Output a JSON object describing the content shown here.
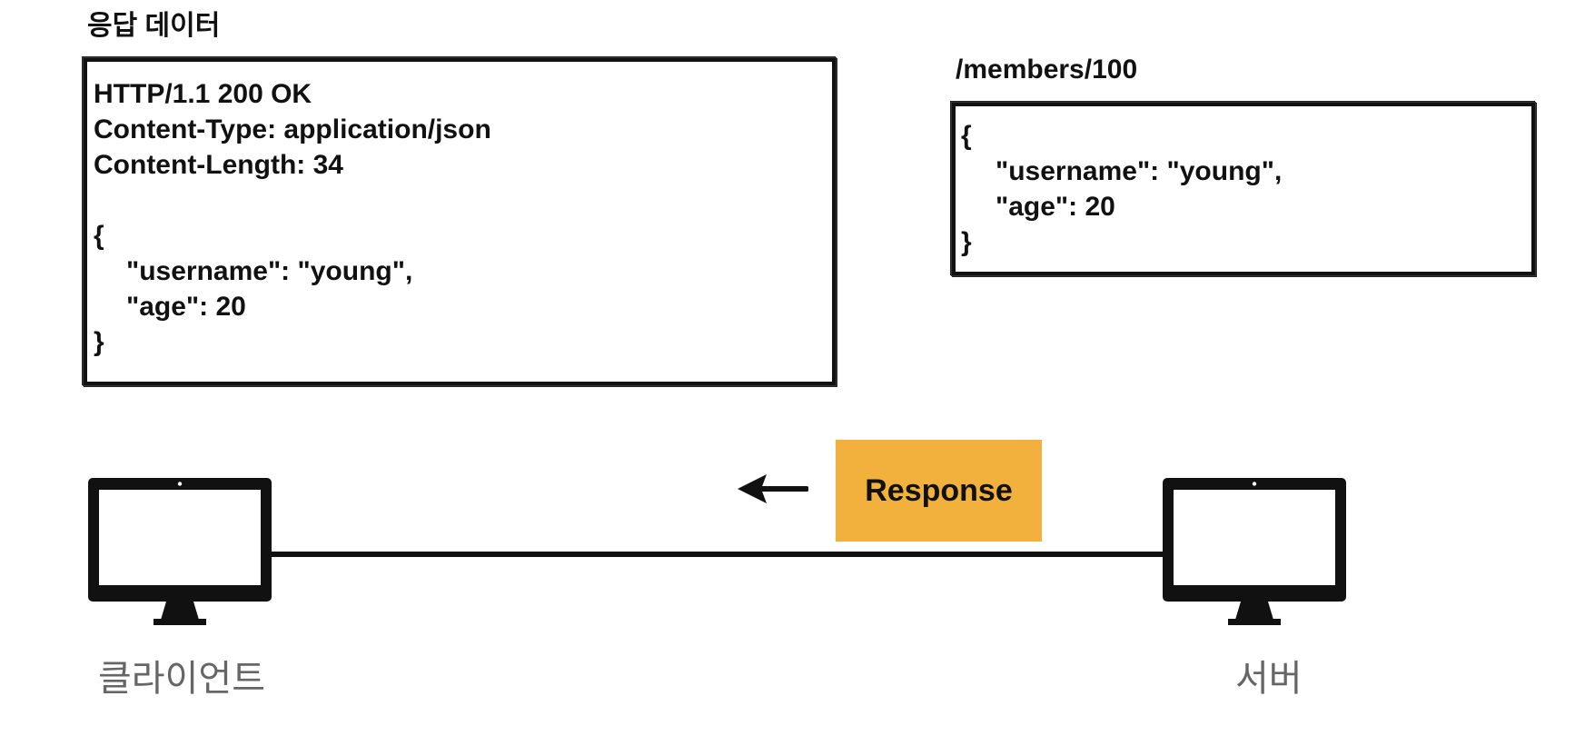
{
  "response_section": {
    "title": "응답 데이터",
    "lines": [
      "HTTP/1.1 200 OK",
      "Content-Type: application/json",
      "Content-Length: 34",
      "",
      "{",
      "\"username\": \"young\",",
      "\"age\": 20",
      "}"
    ]
  },
  "resource_section": {
    "path": "/members/100",
    "lines": [
      "{",
      "\"username\": \"young\",",
      "\"age\": 20",
      "}"
    ]
  },
  "message": {
    "label": "Response",
    "color": "#f2b13c"
  },
  "client": {
    "label": "클라이언트",
    "icon": "monitor-icon"
  },
  "server": {
    "label": "서버",
    "icon": "monitor-icon"
  },
  "arrow": {
    "icon": "arrow-left-icon"
  }
}
